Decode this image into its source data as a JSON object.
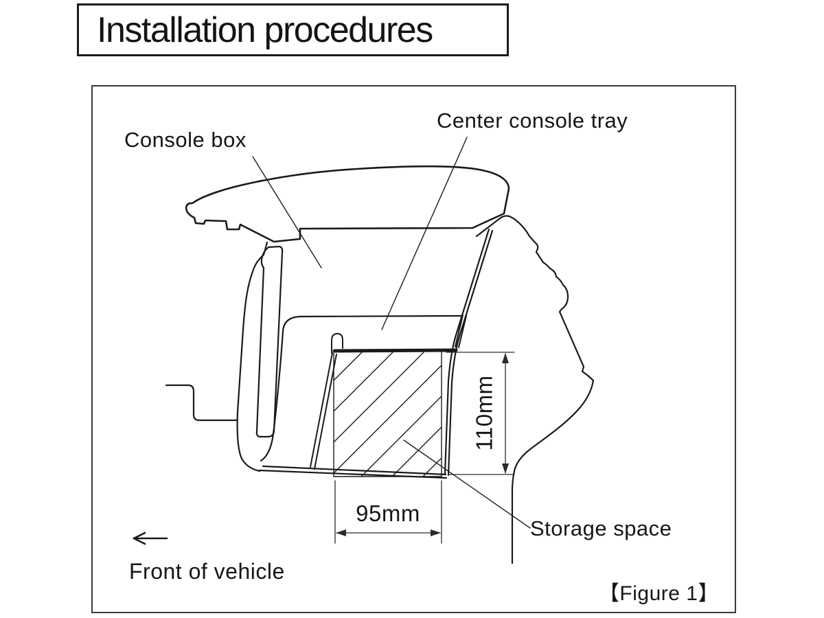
{
  "title": "Installation procedures",
  "figure": {
    "caption": "【Figure 1】",
    "labels": {
      "console_box": "Console box",
      "center_console_tray": "Center console tray",
      "storage_space": "Storage space",
      "front_of_vehicle": "Front of vehicle"
    },
    "dimensions": {
      "height": "110mm",
      "width": "95mm"
    },
    "icons": {
      "front_direction": "left-arrow"
    }
  },
  "colors": {
    "line": "#1a1a1a",
    "background": "#ffffff"
  }
}
